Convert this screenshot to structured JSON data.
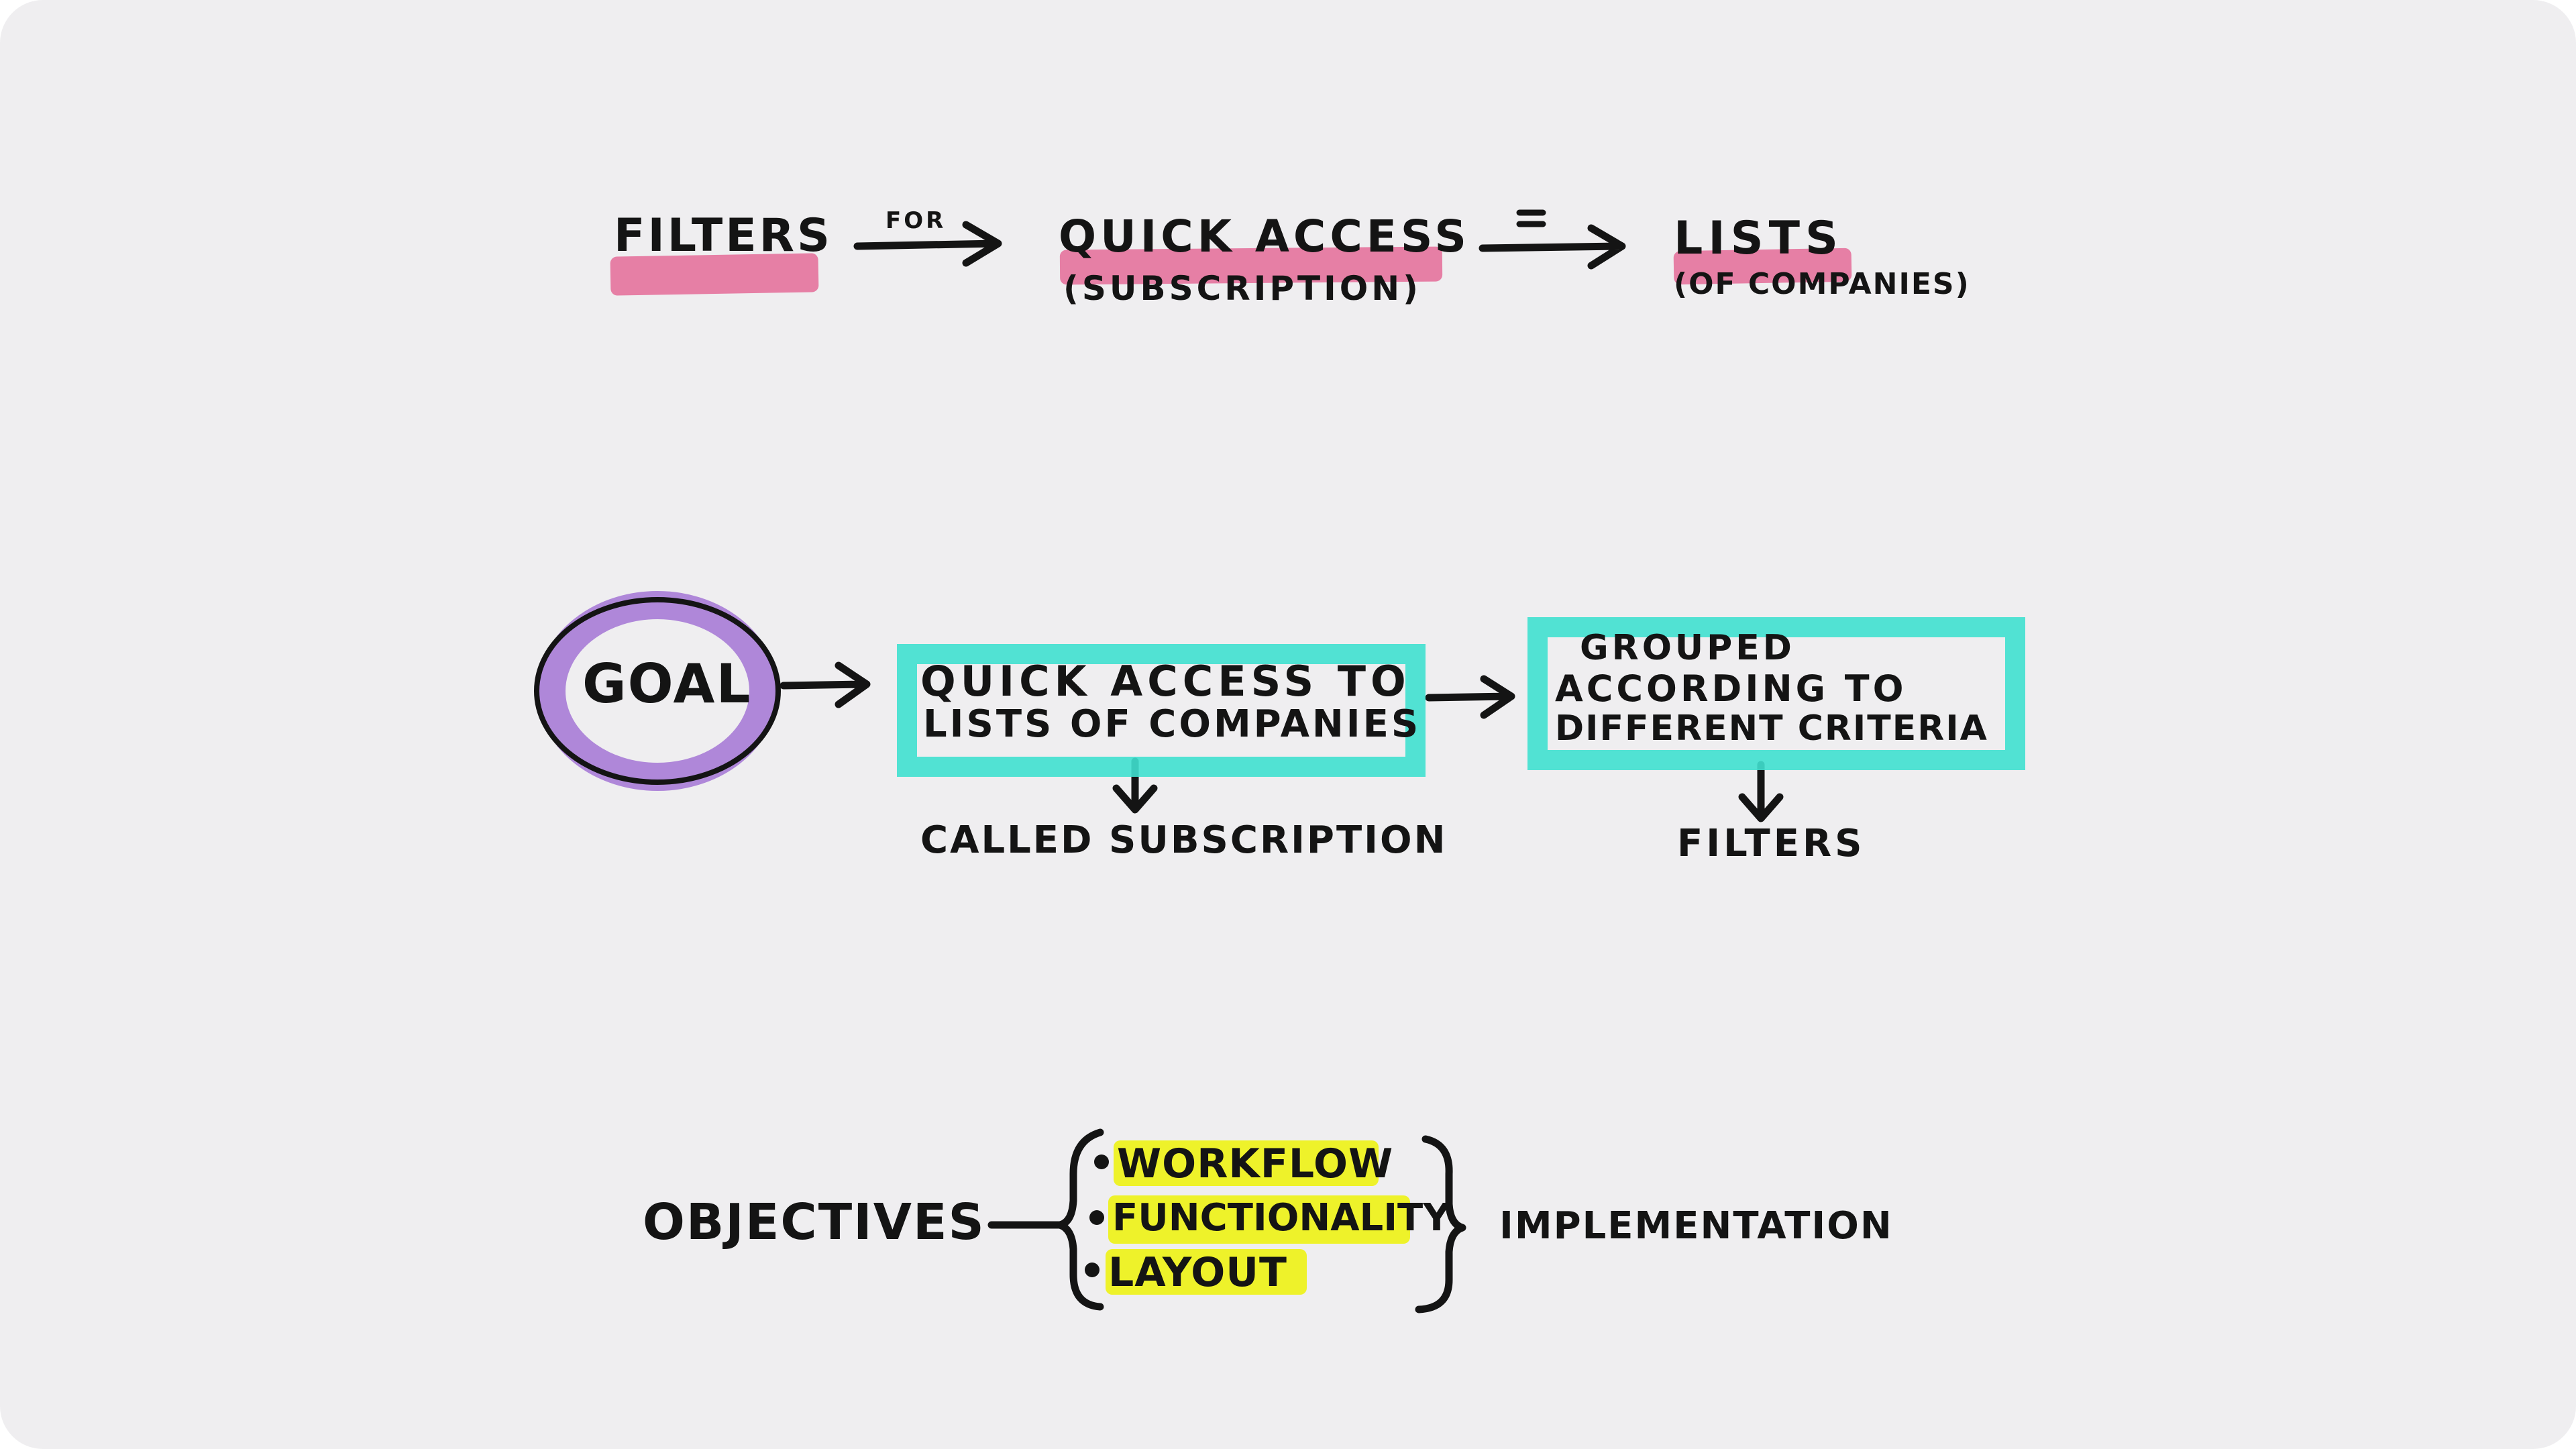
{
  "colors": {
    "paper": "#efeef0",
    "ink": "#141414",
    "pink_highlight": "#e46b98",
    "teal_box": "#3fe0cf",
    "purple_circle": "#a77bd6",
    "yellow_highlight": "#eef22a"
  },
  "row1": {
    "filters": "FILTERS",
    "for": "FOR",
    "quick_access": "QUICK ACCESS",
    "subscription": "(SUBSCRIPTION)",
    "equals": "=",
    "lists": "LISTS",
    "of_companies": "(OF COMPANIES)"
  },
  "row2": {
    "goal": "GOAL",
    "box1_line1": "QUICK ACCESS TO",
    "box1_line2": "LISTS OF COMPANIES",
    "called_subscription": "CALLED SUBSCRIPTION",
    "box2_line1": "GROUPED",
    "box2_line2": "ACCORDING TO",
    "box2_line3": "DIFFERENT CRITERIA",
    "filters": "FILTERS"
  },
  "row3": {
    "objectives": "OBJECTIVES",
    "items": [
      "WORKFLOW",
      "FUNCTIONALITY",
      "LAYOUT"
    ],
    "implementation": "IMPLEMENTATION"
  }
}
